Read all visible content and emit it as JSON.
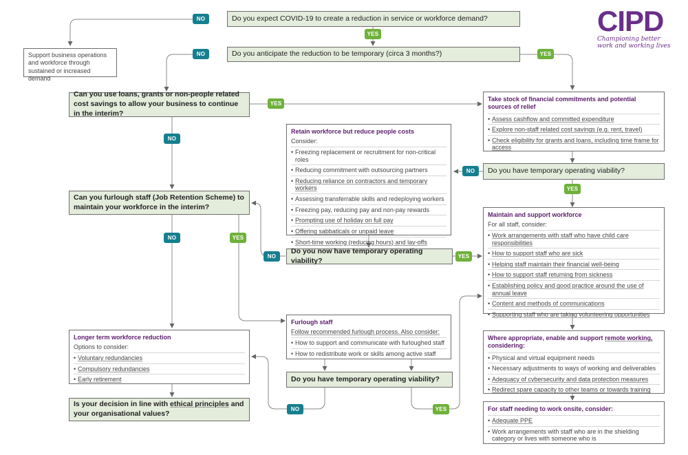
{
  "logo": {
    "name": "CIPD",
    "tagline_line1": "Championing better",
    "tagline_line2": "work and working lives"
  },
  "questions": {
    "q1": "Do you expect COVID-19 to create a reduction in service or workforce demand?",
    "q2": "Do you anticipate the reduction to be temporary (circa 3 months?)",
    "q3": "Can you use loans, grants or non-people related cost savings to allow your business to continue in the interim?",
    "q4": "Can you furlough staff (Job Retention Scheme) to maintain your workforce in the interim?",
    "q5": "Do you now have temporary operating viability?",
    "q6": "Do you have temporary operating viability?",
    "q7": "Do you have temporary operating viability?",
    "q8_pre": "Is your decision in line with ",
    "q8_link": "ethical principles",
    "q8_post": " and your organisational values?"
  },
  "support_box": "Support business operations and workforce through sustained or increased demand",
  "stock_box": {
    "title": "Take stock of financial commitments and potential sources of relief",
    "items": [
      "Assess cashflow and committed expenditure",
      "Explore non-staff related cost savings (e.g. rent, travel)",
      "Check eligibility for grants and loans, including time frame for access"
    ]
  },
  "retain_box": {
    "title": "Retain workforce but reduce people costs",
    "subtitle": "Consider:",
    "items": [
      "Freezing replacement or recruitment for non-critical roles",
      "Reducing commitment with outsourcing  partners",
      "Reducing reliance on contractors and temporary workers",
      "Assessing transferrable skills and redeploying workers",
      "Freezing pay, reducing pay and non-pay rewards",
      "Prompting use of holiday on full pay",
      "Offering sabbaticals or unpaid leave",
      "Short-time working (reducing hours) and lay-offs"
    ]
  },
  "maintain_box": {
    "title": "Maintain and support workforce",
    "subtitle": "For all staff, consider:",
    "items": [
      "Work arrangements with staff who have child care responsibilities",
      "How to support staff who are sick",
      "Helping staff maintain their financial well-being",
      "How to support staff returning from sickness",
      "Establishing policy and good practice around the use of annual leave",
      "Content and methods of communications",
      "Supporting staff who are taking volunteering opportunities"
    ]
  },
  "furlough_box": {
    "title": "Furlough staff",
    "subtitle": "Follow recommended furlough process. Also consider:",
    "items": [
      "How to support and communicate with furloughed staff",
      "How to redistribute work or skills among active staff"
    ]
  },
  "longer_box": {
    "title": "Longer term workforce reduction",
    "subtitle": "Options to consider:",
    "items": [
      "Voluntary redundancies",
      "Compulsory redundancies",
      "Early retirement"
    ]
  },
  "remote_box": {
    "title_pre": "Where appropriate, enable and support ",
    "title_link": "remote working,",
    "title_post": " considering:",
    "items": [
      "Physical and virtual equipment needs",
      "Necessary adjustments to ways of working and deliverables",
      "Adequacy of cybersecurity and data protection measures",
      "Redirect spare capacity to other teams or towards training"
    ]
  },
  "onsite_box": {
    "title": "For staff needing to work onsite, consider:",
    "items": [
      "Adequate PPE",
      "Work arrangements with staff who are in the shielding category or lives with someone who is"
    ]
  },
  "labels": {
    "yes": "YES",
    "no": "NO"
  },
  "colors": {
    "no_pill": "#167f8f",
    "yes_pill": "#6fb13b",
    "question_fill": "#e4ecdc",
    "title_purple": "#5b1c6b"
  }
}
